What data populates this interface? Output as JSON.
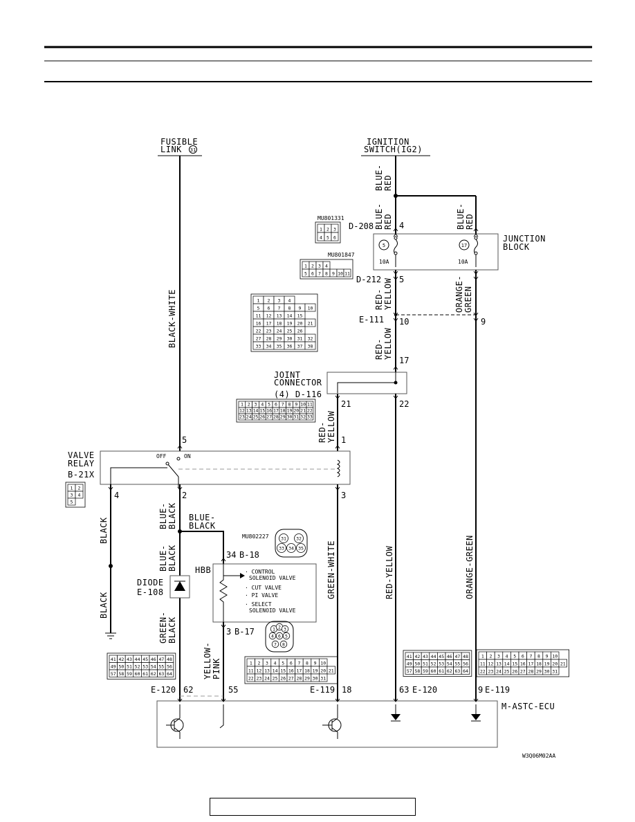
{
  "sources": {
    "fusible_link": [
      "FUSIBLE",
      "LINK",
      "31"
    ],
    "ignition_switch": [
      "IGNITION",
      "SWITCH(IG2)"
    ]
  },
  "wires": {
    "black_white": "BLACK-WHITE",
    "blue_red_top": [
      "BLUE-",
      "RED"
    ],
    "blue_red_left": [
      "BLUE-",
      "RED"
    ],
    "blue_red_right": [
      "BLUE-",
      "RED"
    ],
    "red_yellow_a": [
      "RED-",
      "YELLOW"
    ],
    "orange_green_a": [
      "ORANGE-",
      "GREEN"
    ],
    "red_yellow_b": [
      "RED-",
      "YELLOW"
    ],
    "red_yellow_c": [
      "RED-",
      "YELLOW"
    ],
    "blue_black_a": [
      "BLUE-",
      "BLACK"
    ],
    "blue_black_b": [
      "BLUE-",
      "BLACK"
    ],
    "blue_black_c": [
      "BLUE-",
      "BLACK"
    ],
    "black_1": "BLACK",
    "black_2": "BLACK",
    "green_black": [
      "GREEN-",
      "BLACK"
    ],
    "yellow_pink": [
      "YELLOW-",
      "PINK"
    ],
    "green_white": "GREEN-WHITE",
    "red_yellow_long": "RED-YELLOW",
    "orange_green_long": "ORANGE-GREEN"
  },
  "components": {
    "junction_block": [
      "JUNCTION",
      "BLOCK"
    ],
    "fuse_5": "5",
    "fuse_17": "17",
    "fuse_amp_left": "10A",
    "fuse_amp_right": "10A",
    "joint_connector": [
      "JOINT",
      "CONNECTOR",
      "(4) D-116"
    ],
    "valve_relay": [
      "VALVE",
      "RELAY",
      "B-21X"
    ],
    "relay_off": "OFF",
    "relay_on": "ON",
    "diode": [
      "DIODE",
      "E-108"
    ],
    "hbb": "HBB",
    "hbb_items": [
      "· CONTROL",
      "SOLENOID VALVE",
      "· CUT VALVE",
      "· PI VALVE",
      "· SELECT",
      "SOLENOID VALVE"
    ],
    "ecu": "M-ASTC-ECU"
  },
  "connectors": {
    "d208": "D-208",
    "d208_part": "MU801331",
    "d212": "D-212",
    "d212_part": "MU801847",
    "e111": "E-111",
    "b18": "B-18",
    "b17": "B-17",
    "b18_part": "MU802227",
    "e120_left": "E-120",
    "e119_left": "E-119",
    "e120_right": "E-120",
    "e119_right": "E-119"
  },
  "pins": {
    "jb_4": "4",
    "jb_5": "5",
    "e111_10": "10",
    "e111_9": "9",
    "jc_17": "17",
    "jc_21": "21",
    "jc_22": "22",
    "relay_5": "5",
    "relay_1": "1",
    "relay_4": "4",
    "relay_2": "2",
    "relay_3": "3",
    "b18_34": "34",
    "b17_3": "3",
    "ecu_62": "62",
    "ecu_55": "55",
    "ecu_18": "18",
    "ecu_63": "63",
    "ecu_9": "9"
  },
  "connector_faces": {
    "d208_pins": [
      "1",
      "2",
      "3",
      "4",
      "5",
      "6"
    ],
    "d212_pins": [
      "1",
      "2",
      "3",
      "4",
      "5",
      "6",
      "7",
      "8",
      "9",
      "10",
      "11"
    ],
    "e111_pins": [
      "1",
      "2",
      "3",
      "4",
      "5",
      "6",
      "7",
      "8",
      "9",
      "10",
      "11",
      "12",
      "13",
      "14",
      "15",
      "16",
      "17",
      "18",
      "19",
      "20",
      "21",
      "22",
      "23",
      "24",
      "25",
      "26",
      "27",
      "28",
      "29",
      "30",
      "31",
      "32",
      "33",
      "34",
      "35",
      "36",
      "37",
      "38"
    ],
    "d116_pins": [
      "1",
      "2",
      "3",
      "4",
      "5",
      "6",
      "7",
      "8",
      "9",
      "10",
      "11",
      "12",
      "13",
      "14",
      "15",
      "16",
      "17",
      "18",
      "19",
      "20",
      "21",
      "22",
      "23",
      "24",
      "25",
      "26",
      "27",
      "28",
      "29",
      "30",
      "31",
      "32",
      "33"
    ],
    "b21x_pins": [
      "1",
      "2",
      "3",
      "4",
      "5"
    ],
    "b18_pins": [
      "31",
      "32",
      "33",
      "34",
      "35"
    ],
    "b17_pins": [
      "1",
      "2",
      "3",
      "4",
      "5",
      "6",
      "7",
      "8"
    ],
    "e120_pins": [
      "41",
      "42",
      "43",
      "44",
      "45",
      "46",
      "47",
      "48",
      "49",
      "50",
      "51",
      "52",
      "53",
      "54",
      "55",
      "56",
      "57",
      "58",
      "59",
      "60",
      "61",
      "62",
      "63",
      "64"
    ],
    "e119_pins": [
      "1",
      "2",
      "3",
      "4",
      "5",
      "6",
      "7",
      "8",
      "9",
      "10",
      "11",
      "12",
      "13",
      "14",
      "15",
      "16",
      "17",
      "18",
      "19",
      "20",
      "21",
      "22",
      "23",
      "24",
      "25",
      "26",
      "27",
      "28",
      "29",
      "30",
      "31"
    ]
  },
  "figure_code": "W3Q06M02AA"
}
